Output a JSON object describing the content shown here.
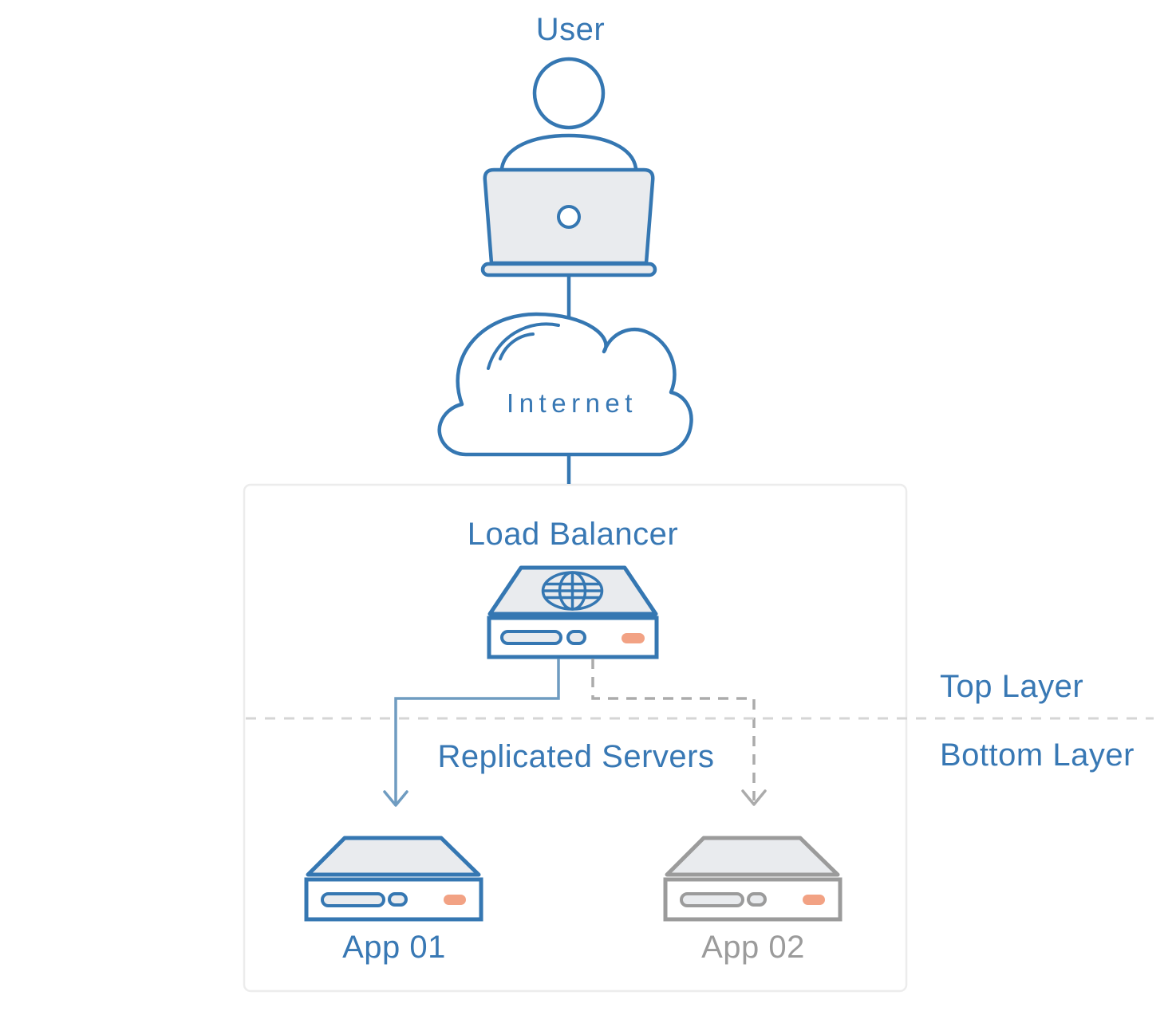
{
  "diagram": {
    "nodes": {
      "user": {
        "label": "User"
      },
      "internet": {
        "label": "Internet"
      },
      "load_balancer": {
        "label": "Load Balancer"
      },
      "app01": {
        "label": "App 01"
      },
      "app02": {
        "label": "App 02"
      }
    },
    "annotations": {
      "replicated_servers": "Replicated Servers",
      "top_layer": "Top Layer",
      "bottom_layer": "Bottom Layer"
    },
    "connections": [
      {
        "from": "user",
        "to": "internet",
        "style": "solid"
      },
      {
        "from": "internet",
        "to": "load_balancer",
        "style": "solid"
      },
      {
        "from": "load_balancer",
        "to": "app01",
        "style": "solid-arrow"
      },
      {
        "from": "load_balancer",
        "to": "app02",
        "style": "dashed-arrow"
      }
    ],
    "icons": [
      "user-laptop-icon",
      "internet-cloud-icon",
      "globe-icon",
      "load-balancer-server-icon",
      "app01-server-icon",
      "app02-server-icon"
    ],
    "colors": {
      "primary_blue": "#3577b2",
      "text_blue": "#3878b4",
      "solid_connector_blue": "#6f9cc1",
      "dashed_connector_gray": "#ababab",
      "layer_divider_gray": "#d5d5d5",
      "panel_border_gray": "#ececec",
      "icon_fill_gray": "#e9ebee",
      "accent_orange": "#f2a284",
      "inactive_gray": "#9b9b9b",
      "background": "#ffffff"
    }
  }
}
